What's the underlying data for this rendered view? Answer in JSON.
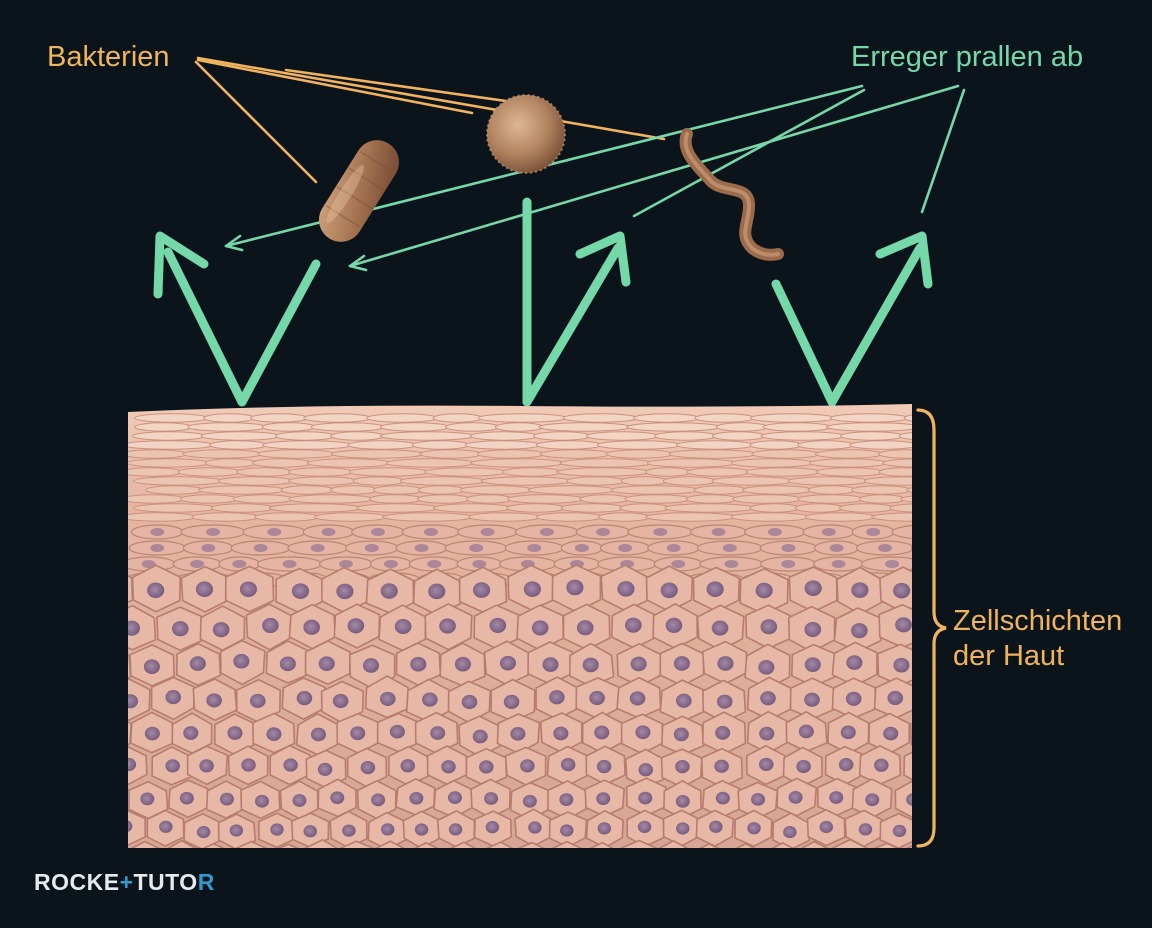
{
  "labels": {
    "bacteria": "Bakterien",
    "pathogens_bounce": "Erreger prallen ab",
    "skin_layers_line1": "Zellschichten",
    "skin_layers_line2": "der Haut"
  },
  "logo": {
    "part1": "ROCKE",
    "plus": "+",
    "part2": "TUTO",
    "part3": "R"
  },
  "colors": {
    "background": "#0c141b",
    "arrow_green": "#74d8a9",
    "label_orange": "#f0b35e",
    "bacteria_brown": "#a0704e",
    "skin_pink": "#e3b3a1",
    "cell_nucleus": "#8c6c8f"
  }
}
